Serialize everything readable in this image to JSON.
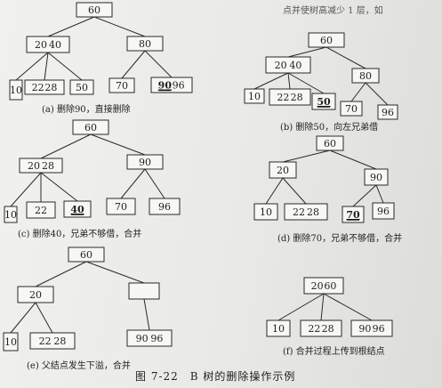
{
  "header_fragment": "点并使树高减少 1 层，如",
  "figure_caption": "图 7-22　B 树的删除操作示例",
  "diagrams": [
    {
      "id": "a",
      "caption": "(a) 删除90，直接删除",
      "nodes": [
        {
          "keys": [
            "60"
          ]
        },
        {
          "keys": [
            "20",
            "40"
          ]
        },
        {
          "keys": [
            "80"
          ]
        },
        {
          "keys": [
            "10"
          ]
        },
        {
          "keys": [
            "22",
            "28"
          ]
        },
        {
          "keys": [
            "50"
          ]
        },
        {
          "keys": [
            "70"
          ]
        },
        {
          "keys": [
            "90",
            "96"
          ],
          "highlight": "90"
        }
      ]
    },
    {
      "id": "b",
      "caption": "(b) 删除50，向左兄弟借",
      "nodes": [
        {
          "keys": [
            "60"
          ]
        },
        {
          "keys": [
            "20",
            "40"
          ]
        },
        {
          "keys": [
            "80"
          ]
        },
        {
          "keys": [
            "10"
          ]
        },
        {
          "keys": [
            "22",
            "28"
          ]
        },
        {
          "keys": [
            "50"
          ],
          "highlight": "50"
        },
        {
          "keys": [
            "70"
          ]
        },
        {
          "keys": [
            "96"
          ]
        }
      ]
    },
    {
      "id": "c",
      "caption": "(c) 删除40，兄弟不够借，合并",
      "nodes": [
        {
          "keys": [
            "60"
          ]
        },
        {
          "keys": [
            "20",
            "28"
          ]
        },
        {
          "keys": [
            "90"
          ]
        },
        {
          "keys": [
            "10"
          ]
        },
        {
          "keys": [
            "22"
          ]
        },
        {
          "keys": [
            "40"
          ],
          "highlight": "40"
        },
        {
          "keys": [
            "70"
          ]
        },
        {
          "keys": [
            "96"
          ]
        }
      ]
    },
    {
      "id": "d",
      "caption": "(d) 删除70，兄弟不够借，合并",
      "nodes": [
        {
          "keys": [
            "60"
          ]
        },
        {
          "keys": [
            "20"
          ]
        },
        {
          "keys": [
            "90"
          ]
        },
        {
          "keys": [
            "10"
          ]
        },
        {
          "keys": [
            "22",
            "28"
          ]
        },
        {
          "keys": [
            "70"
          ],
          "highlight": "70"
        },
        {
          "keys": [
            "96"
          ]
        }
      ]
    },
    {
      "id": "e",
      "caption": "(e) 父结点发生下溢，合并",
      "nodes": [
        {
          "keys": [
            "60"
          ]
        },
        {
          "keys": [
            "20"
          ]
        },
        {
          "keys": []
        },
        {
          "keys": [
            "10"
          ]
        },
        {
          "keys": [
            "22",
            "28"
          ]
        },
        {
          "keys": [
            "90",
            "96"
          ]
        }
      ]
    },
    {
      "id": "f",
      "caption": "(f) 合并过程上传到根结点",
      "nodes": [
        {
          "keys": [
            "20",
            "60"
          ]
        },
        {
          "keys": [
            "10"
          ]
        },
        {
          "keys": [
            "22",
            "28"
          ]
        },
        {
          "keys": [
            "90",
            "96"
          ]
        }
      ]
    }
  ]
}
